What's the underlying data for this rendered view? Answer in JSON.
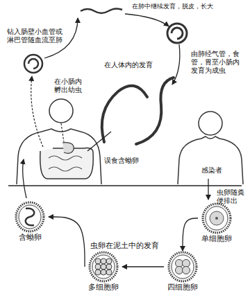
{
  "diagram": {
    "nodes": [
      {
        "text": [
          "单细胞卵"
        ]
      },
      {
        "text": [
          "四细胞卵"
        ]
      },
      {
        "text": [
          "多细胞卵"
        ]
      },
      {
        "text": [
          "含蚴卵"
        ]
      }
    ],
    "edges": [
      {
        "from": 0,
        "to": 1,
        "arrow": "to"
      },
      {
        "from": 1,
        "to": 2,
        "arrow": "to"
      },
      {
        "from": 2,
        "to": 3,
        "arrow": "to"
      }
    ],
    "labels": [
      "在肺中继续发育，脱皮，长大",
      "钻入肠壁小血管或淋巴管随血流至肺",
      "由肺经气管，食管，胃至小肠内发育为成虫",
      "在人体内的发育",
      "在小肠内孵出幼虫",
      "误食含蚴卵",
      "感染者",
      "虫卵随粪便排出",
      "虫卵在泥土中的发育"
    ]
  }
}
